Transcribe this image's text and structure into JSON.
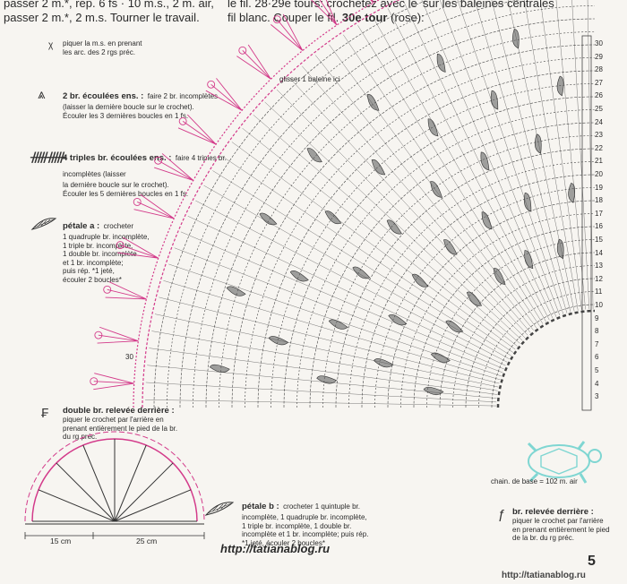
{
  "header": {
    "col1_line1": "passer 2 m.*, rep. 6 fs · 10 m.s., 2 m. air,",
    "col1_line2": "passer 2 m.*, 2 m.s. Tourner le travail.",
    "col2_line1": "fil blanc. Couper le fil.",
    "col2_round": "30e tour",
    "col2_color": "(rose):",
    "col2_top": "le fil. 28·29e tours: crochetez avec le",
    "col3_top": "sur les baleines centrales"
  },
  "legend": [
    {
      "icon": "ms-arcs-icon",
      "title": "",
      "lines": [
        "piquer la m.s. en prenant",
        "les arc. des 2 rgs préc."
      ]
    },
    {
      "icon": "two-tr-closed-icon",
      "title": "2 br. écoulées ens. :",
      "lines": [
        "faire 2 br. incomplètes",
        "(laisser la dernière boucle sur le crochet).",
        "Écouler les 3 dernières boucles en 1 fs."
      ]
    },
    {
      "icon": "four-triple-tr-icon",
      "title": "4 triples br. écoulées ens. :",
      "lines": [
        "faire 4 triples br. incomplètes (laisser",
        "la dernière boucle sur le crochet).",
        "Écouler les 5 dernières boucles en 1 fs."
      ]
    },
    {
      "icon": "petal-a-icon",
      "title": "pétale a :",
      "lines": [
        "crocheter",
        "1 quadruple br. incomplète,",
        "1 triple br. incomplète,",
        "1 double br. incomplète",
        "et 1 br. incomplète;",
        "puis rép. *1 jeté,",
        "écouler 2 boucles*"
      ]
    },
    {
      "icon": "back-post-dc-icon",
      "title": "double br. relevée derrière :",
      "lines": [
        "piquer le crochet par l'arrière en",
        "prenant entièrement le pied de la br.",
        "du rg préc."
      ]
    }
  ],
  "petal_b": {
    "title": "pétale b :",
    "lines": [
      "crocheter 1 quintuple br.",
      "incomplète, 1 quadruple br. incomplète,",
      "1 triple br. incomplète, 1 double br.",
      "incomplète et 1 br. incomplète; puis rép.",
      "*1 jeté, écouler 2 boucles*"
    ]
  },
  "br_relevee": {
    "title": "br. relevée derrière :",
    "lines": [
      "piquer le crochet par l'arrière",
      "en prenant entièrement le pied",
      "de la br. du rg préc."
    ]
  },
  "diagram": {
    "slide_label": "glisser 1 baleine ici",
    "chain_label": "chain. de base = 102 m. air",
    "row_numbers": [
      "30",
      "29",
      "28",
      "27",
      "26",
      "25",
      "24",
      "23",
      "22",
      "21",
      "20",
      "19",
      "18",
      "17",
      "16",
      "15",
      "14",
      "13",
      "12",
      "11",
      "10",
      "9",
      "8",
      "7",
      "6",
      "5",
      "4",
      "3"
    ],
    "left_row_label": "30"
  },
  "umbrella": {
    "dim_left": "15 cm",
    "dim_right": "25 cm"
  },
  "footer": {
    "url": "http://tatianablog.ru",
    "page": "5",
    "watermark": "http://tatianablog.ru"
  },
  "colors": {
    "pink": "#d33a8a",
    "ink": "#444444",
    "paper": "#f7f5f1",
    "turtle": "#7fd6d2"
  }
}
